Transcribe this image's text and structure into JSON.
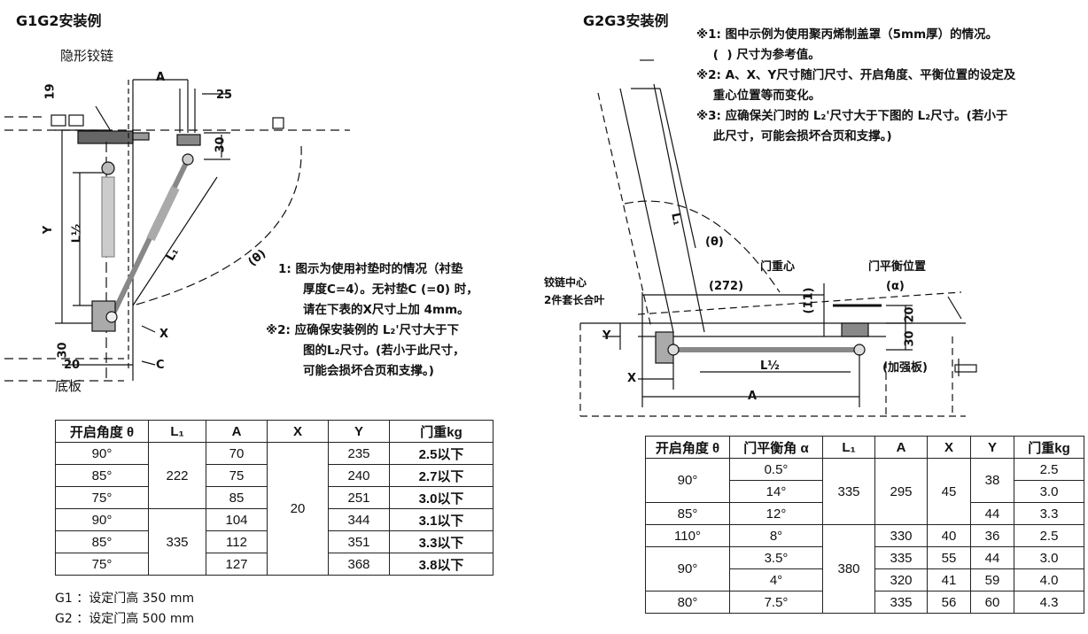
{
  "left": {
    "title": "G1G2安装例",
    "labels": {
      "hinge": "隐形铰链",
      "base": "底板",
      "A": "A",
      "n25": "25",
      "n19": "19",
      "n30a": "30",
      "n30b": "30",
      "n20": "20",
      "Y": "Y",
      "L2": "L½",
      "L1": "L₁",
      "theta": "(θ)",
      "X": "X",
      "C": "C"
    },
    "notes": [
      "1: 图示为使用衬垫时的情况（衬垫",
      "厚度C=4）。无衬垫C (=0) 时，",
      "请在下表的X尺寸上加 4mm。",
      "※2: 应确保安装例的 L₂'尺寸大于下",
      "图的L₂尺寸。(若小于此尺寸，",
      "可能会损坏合页和支撑。)"
    ],
    "table": {
      "headers": [
        "开启角度 θ",
        "L₁",
        "A",
        "X",
        "Y",
        "门重kg"
      ],
      "rows": [
        [
          "90°",
          "222",
          "70",
          "20",
          "235",
          "2.5以下"
        ],
        [
          "85°",
          "",
          "75",
          "",
          "240",
          "2.7以下"
        ],
        [
          "75°",
          "",
          "85",
          "",
          "251",
          "3.0以下"
        ],
        [
          "90°",
          "335",
          "104",
          "",
          "344",
          "3.1以下"
        ],
        [
          "85°",
          "",
          "112",
          "",
          "351",
          "3.3以下"
        ],
        [
          "75°",
          "",
          "127",
          "",
          "368",
          "3.8以下"
        ]
      ]
    },
    "caption": [
      "G1 ：设定门高 350 mm",
      "G2 ：设定门高 500 mm"
    ]
  },
  "right": {
    "title": "G2G3安装例",
    "notes": [
      "※1: 图中示例为使用聚丙烯制盖罩（5mm厚）的情况。",
      "    (  ) 尺寸为参考值。",
      "※2: A、X、Y尺寸随门尺寸、开启角度、平衡位置的设定及",
      "    重心位置等而变化。",
      "※3: 应确保关门时的 L₂'尺寸大于下图的 L₂尺寸。(若小于",
      "    此尺寸，可能会损坏合页和支撑。)"
    ],
    "labels": {
      "hinge_center": "铰链中心",
      "two_piece": "2件套长合叶",
      "door_cg": "门重心",
      "door_balance": "门平衡位置",
      "n272": "(272)",
      "n11": "(11)",
      "n20": "20",
      "n30": "30",
      "alpha": "(α)",
      "theta": "(θ)",
      "L1": "L₁",
      "L2": "L½",
      "X": "X",
      "A": "A",
      "Y": "Y",
      "reinforce": "(加强板)"
    },
    "table": {
      "headers": [
        "开启角度 θ",
        "门平衡角 α",
        "L₁",
        "A",
        "X",
        "Y",
        "门重kg"
      ],
      "rows": [
        [
          "90°",
          "0.5°",
          "335",
          "295",
          "45",
          "38",
          "2.5"
        ],
        [
          "",
          "14°",
          "",
          "",
          "",
          "",
          "3.0"
        ],
        [
          "85°",
          "12°",
          "",
          "",
          "",
          "44",
          "3.3"
        ],
        [
          "110°",
          "8°",
          "380",
          "330",
          "40",
          "36",
          "2.5"
        ],
        [
          "90°",
          "3.5°",
          "",
          "335",
          "55",
          "44",
          "3.0"
        ],
        [
          "",
          "4°",
          "",
          "320",
          "41",
          "59",
          "4.0"
        ],
        [
          "80°",
          "7.5°",
          "",
          "335",
          "56",
          "60",
          "4.3"
        ]
      ]
    }
  }
}
